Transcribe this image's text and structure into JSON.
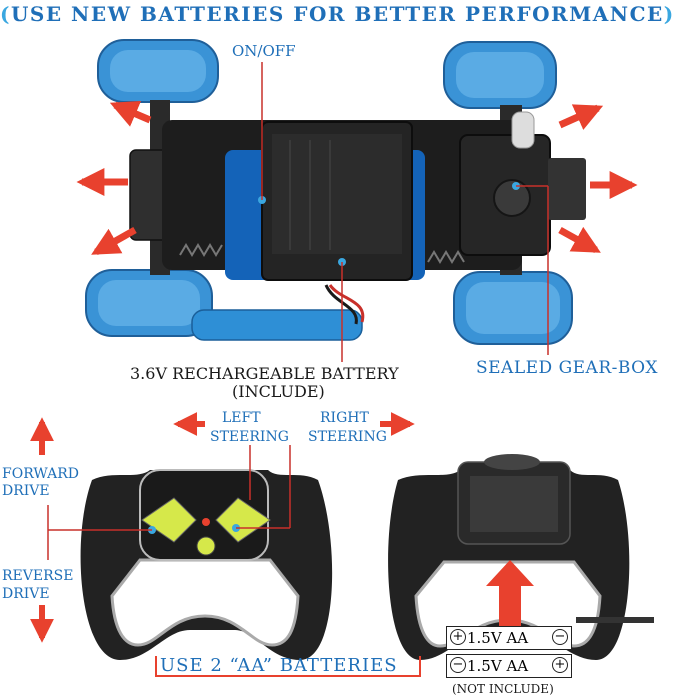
{
  "title": {
    "open": "(",
    "text": "USE NEW BATTERIES  FOR BETTER PERFORMANCE",
    "close": ")"
  },
  "labels": {
    "on_off": "ON/OFF",
    "battery": "3.6V RECHARGEABLE BATTERY",
    "battery_include": "(INCLUDE)",
    "gearbox": "SEALED GEAR-BOX",
    "left_steering_1": "LEFT",
    "left_steering_2": "STEERING",
    "right_steering_1": "RIGHT",
    "right_steering_2": "STEERING",
    "forward_1": "FORWARD",
    "forward_2": "DRIVE",
    "reverse_1": "REVERSE",
    "reverse_2": "DRIVE",
    "use_aa": "USE 2 “AA” BATTERIES",
    "not_include": "(NOT INCLUDE)"
  },
  "aa_batteries": [
    {
      "text": "1.5V AA",
      "left_sign": "+",
      "right_sign": "−"
    },
    {
      "text": "1.5V AA",
      "left_sign": "−",
      "right_sign": "+"
    }
  ],
  "colors": {
    "label_blue": "#1f6fb8",
    "arrow_red": "#e8412e",
    "tire_blue": "#3a93d6",
    "body_black": "#202020",
    "button_green": "#d6e84a"
  }
}
